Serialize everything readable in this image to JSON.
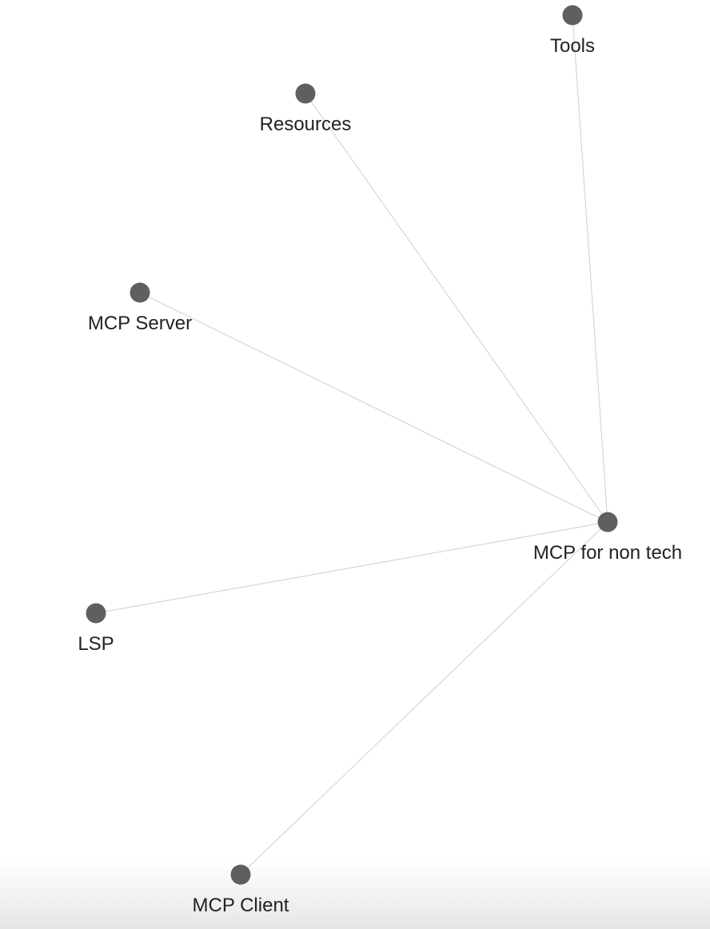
{
  "graph": {
    "colors": {
      "node": "#5f5f5f",
      "edge": "#cfcfcf",
      "label": "#222222",
      "background": "#ffffff"
    },
    "nodes": [
      {
        "id": "tools",
        "label": "Tools"
      },
      {
        "id": "resources",
        "label": "Resources"
      },
      {
        "id": "mcp-server",
        "label": "MCP Server"
      },
      {
        "id": "mcp-for-non-tech",
        "label": "MCP for non tech"
      },
      {
        "id": "lsp",
        "label": "LSP"
      },
      {
        "id": "mcp-client",
        "label": "MCP Client"
      }
    ],
    "edges": [
      {
        "from": "mcp-for-non-tech",
        "to": "tools"
      },
      {
        "from": "mcp-for-non-tech",
        "to": "resources"
      },
      {
        "from": "mcp-for-non-tech",
        "to": "mcp-server"
      },
      {
        "from": "mcp-for-non-tech",
        "to": "lsp"
      },
      {
        "from": "mcp-for-non-tech",
        "to": "mcp-client"
      }
    ]
  }
}
